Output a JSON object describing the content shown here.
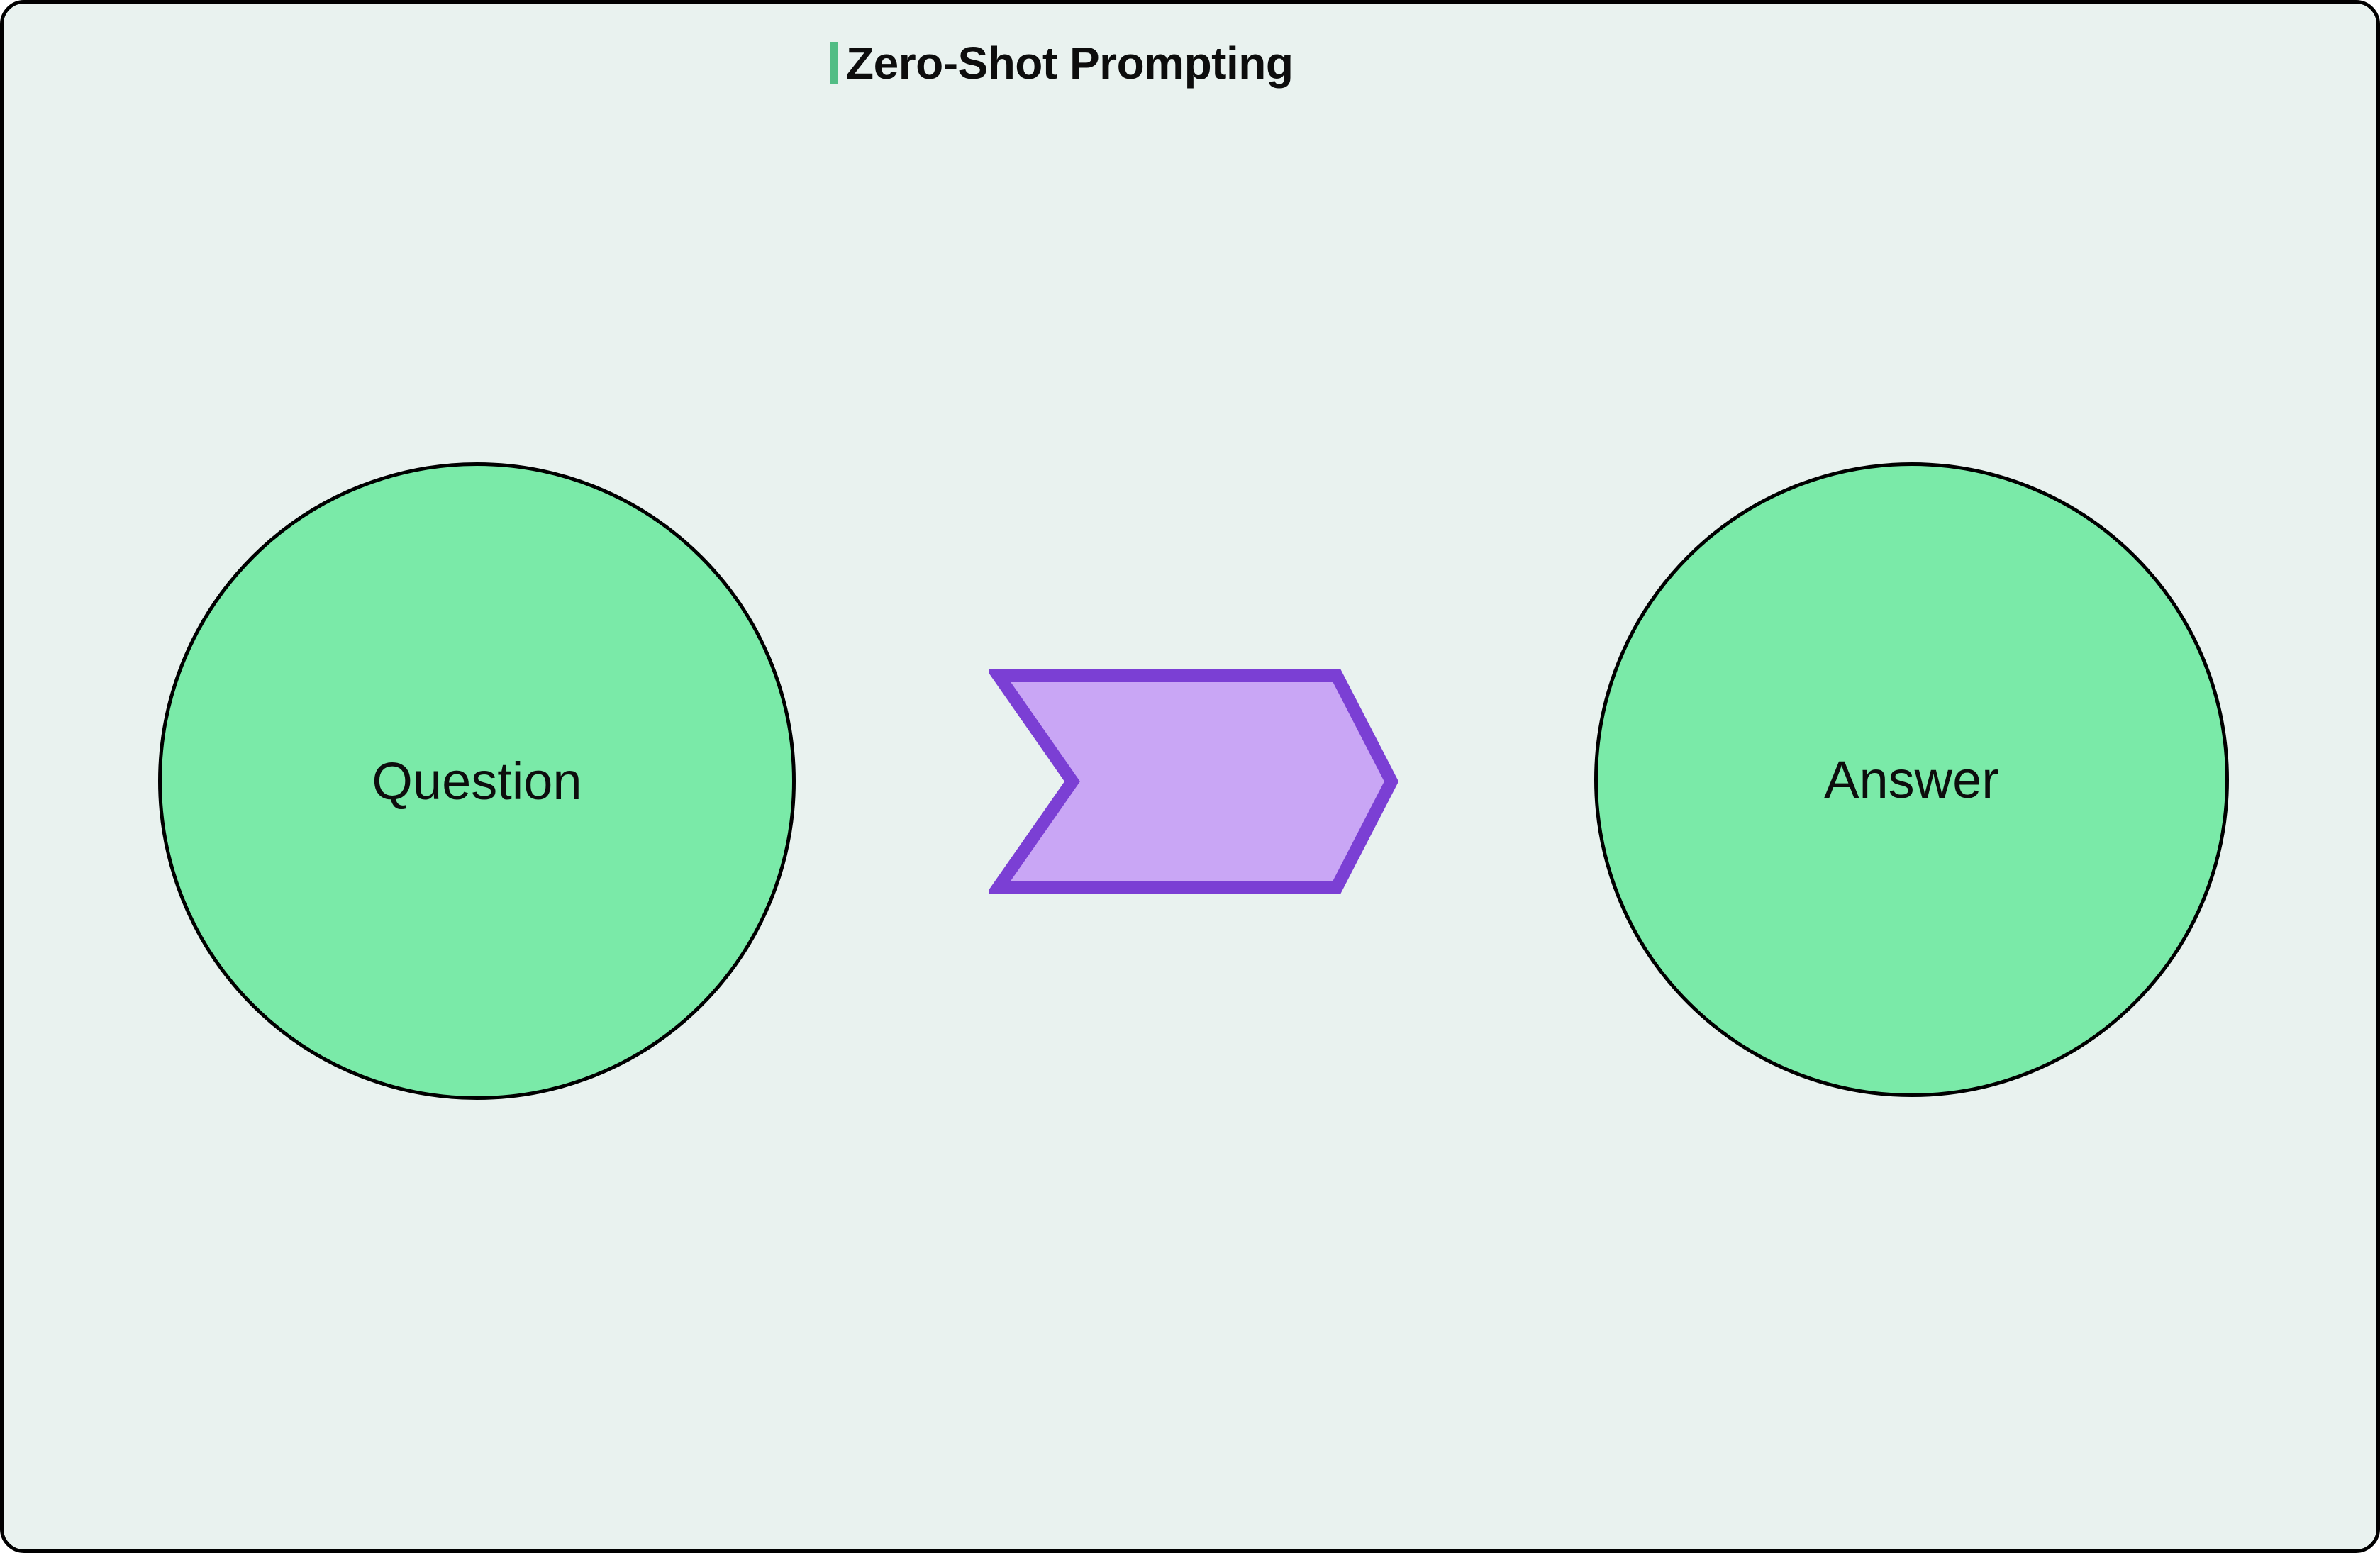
{
  "page": {
    "background_color": "#e9f2ef",
    "border_color": "#000000"
  },
  "header": {
    "title": "Zero-Shot Prompting",
    "accent_color": "#52bd85"
  },
  "diagram": {
    "type": "flow",
    "node_fill_color": "#7aeaa8",
    "node_stroke_color": "#000000",
    "arrow_fill_color": "#c9a6f5",
    "arrow_stroke_color": "#7b3fd4",
    "nodes": [
      {
        "id": "question",
        "label": "Question",
        "shape": "circle"
      },
      {
        "id": "answer",
        "label": "Answer",
        "shape": "circle"
      }
    ],
    "connectors": [
      {
        "id": "question-to-answer",
        "shape": "chevron-arrow",
        "from": "question",
        "to": "answer"
      }
    ]
  }
}
